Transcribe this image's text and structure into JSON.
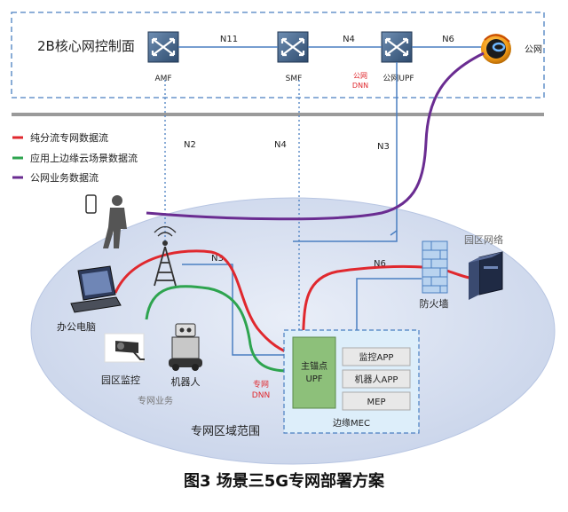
{
  "control_plane": {
    "title": "2B核心网控制面",
    "amf": "AMF",
    "smf": "SMF",
    "upf": "公网UPF",
    "n11": "N11",
    "n4": "N4",
    "n6": "N6",
    "internet": "公网",
    "dnn_line1": "公网",
    "dnn_line2": "DNN"
  },
  "legend": [
    {
      "label": "纯分流专网数据流",
      "color": "#e0282e"
    },
    {
      "label": "应用上边缘云场景数据流",
      "color": "#2ea44f"
    },
    {
      "label": "公网业务数据流",
      "color": "#6a2c91"
    }
  ],
  "links": {
    "n2": "N2",
    "n4": "N4",
    "n3_top": "N3",
    "n3_inner": "N3",
    "n6_inner": "N6"
  },
  "devices": {
    "campus_network": "园区网络",
    "firewall": "防火墙",
    "office_pc": "办公电脑",
    "monitor": "园区监控",
    "robot": "机器人",
    "private_service": "专网业务",
    "private_dnn_line1": "专网",
    "private_dnn_line2": "DNN",
    "region_label": "专网区域范围"
  },
  "mec": {
    "anchor_line1": "主锚点",
    "anchor_line2": "UPF",
    "apps": [
      "监控APP",
      "机器人APP",
      "MEP"
    ],
    "label": "边缘MEC"
  },
  "caption": "图3  场景三5G专网部署方案",
  "colors": {
    "red": "#e0282e",
    "green": "#2ea44f",
    "purple": "#6a2c91",
    "link": "#4a7fc1",
    "switch": "#3b5f86"
  }
}
